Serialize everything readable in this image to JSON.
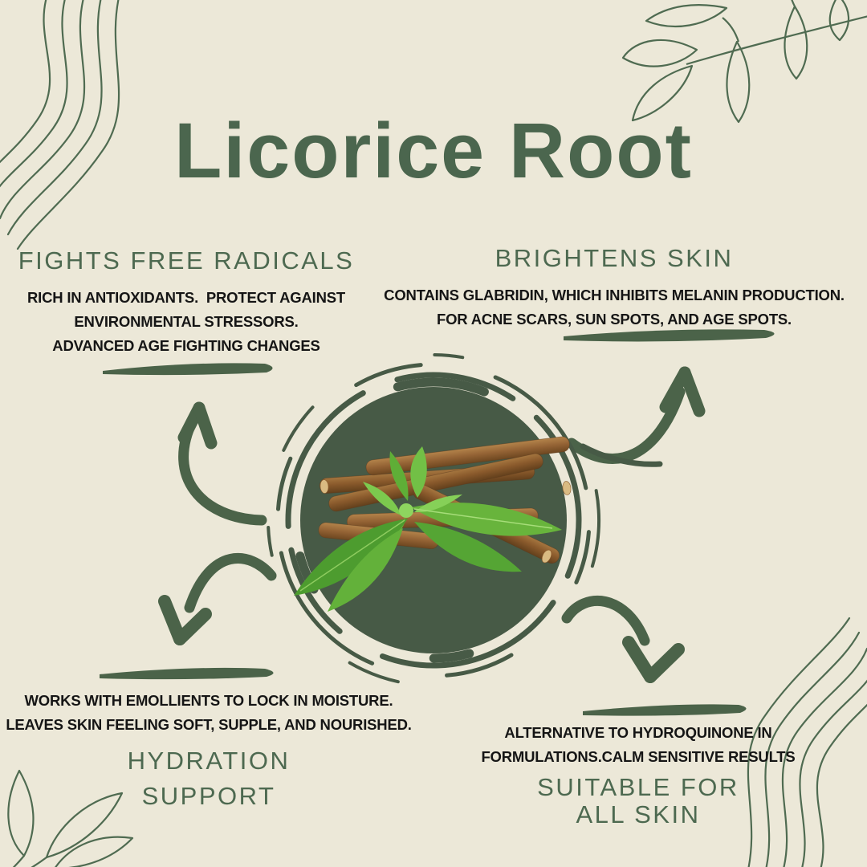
{
  "title": "Licorice Root",
  "sections": {
    "fights": {
      "heading": "FIGHTS FREE RADICALS",
      "body_lines": [
        "RICH IN ANTIOXIDANTS.  PROTECT AGAINST",
        "ENVIRONMENTAL STRESSORS.",
        "ADVANCED AGE FIGHTING CHANGES"
      ]
    },
    "brightens": {
      "heading": "BRIGHTENS SKIN",
      "body_lines": [
        "CONTAINS GLABRIDIN, WHICH INHIBITS MELANIN PRODUCTION.",
        "FOR ACNE SCARS, SUN SPOTS, AND AGE SPOTS."
      ]
    },
    "hydration": {
      "heading_lines": [
        "HYDRATION",
        "SUPPORT"
      ],
      "body_lines": [
        "WORKS WITH EMOLLIENTS TO LOCK IN MOISTURE.",
        "LEAVES SKIN FEELING SOFT, SUPPLE, AND NOURISHED."
      ]
    },
    "suitable": {
      "heading_lines": [
        "SUITABLE FOR",
        "ALL SKIN"
      ],
      "body_lines": [
        "ALTERNATIVE TO HYDROQUINONE IN",
        "FORMULATIONS.CALM SENSITIVE RESULTS"
      ]
    }
  },
  "center_image": {
    "description": "licorice root sticks with green stevia leaves on dark green brush-stroke circle"
  },
  "icons": [
    "wavy-lines-top-left",
    "leaf-branch-top-right",
    "leaf-branch-bottom-left",
    "wavy-lines-bottom-right",
    "curved-arrow-top-left",
    "curved-arrow-top-right",
    "curved-arrow-bottom-left",
    "curved-arrow-bottom-right",
    "brush-underline"
  ],
  "colors": {
    "background": "#ece8d8",
    "title_green": "#4b664e",
    "heading_green": "#4d6950",
    "body_text": "#151515",
    "accent_green": "#4b6349",
    "circle_green": "#475a46",
    "leaf_green": "#5aa836",
    "root_brown": "#8a5a33"
  }
}
